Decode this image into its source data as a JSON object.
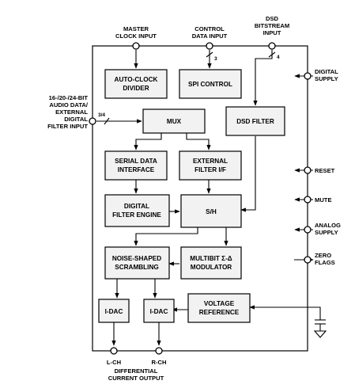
{
  "blocks": {
    "auto_clock_divider": [
      "AUTO-CLOCK",
      "DIVIDER"
    ],
    "spi_control": [
      "SPI CONTROL"
    ],
    "dsd_filter": [
      "DSD FILTER"
    ],
    "mux": [
      "MUX"
    ],
    "serial_data_interface": [
      "SERIAL DATA",
      "INTERFACE"
    ],
    "external_filter_if": [
      "EXTERNAL",
      "FILTER I/F"
    ],
    "digital_filter_engine": [
      "DIGITAL",
      "FILTER ENGINE"
    ],
    "s_h": [
      "S/H"
    ],
    "noise_shaped_scrambling": [
      "NOISE-SHAPED",
      "SCRAMBLING"
    ],
    "multibit_modulator": [
      "MULTIBIT Σ-Δ",
      "MODULATOR"
    ],
    "i_dac_left": [
      "I-DAC"
    ],
    "i_dac_right": [
      "I-DAC"
    ],
    "voltage_reference": [
      "VOLTAGE",
      "REFERENCE"
    ]
  },
  "pins": {
    "master_clock_input": [
      "MASTER",
      "CLOCK INPUT"
    ],
    "control_data_input": [
      "CONTROL",
      "DATA INPUT"
    ],
    "dsd_bitstream_input": [
      "DSD",
      "BITSTREAM",
      "INPUT"
    ],
    "audio_data_input": [
      "16-/20-/24-BIT",
      "AUDIO DATA/",
      "EXTERNAL",
      "DIGITAL",
      "FILTER INPUT"
    ],
    "digital_supply": [
      "DIGITAL",
      "SUPPLY"
    ],
    "reset": [
      "RESET"
    ],
    "mute": [
      "MUTE"
    ],
    "analog_supply": [
      "ANALOG",
      "SUPPLY"
    ],
    "zero_flags": [
      "ZERO",
      "FLAGS"
    ],
    "l_ch": [
      "L-CH"
    ],
    "r_ch": [
      "R-CH"
    ],
    "differential_output": [
      "DIFFERENTIAL",
      "CURRENT OUTPUT"
    ]
  },
  "bus_widths": {
    "control": "3",
    "dsd": "4",
    "audio": "3/4"
  }
}
